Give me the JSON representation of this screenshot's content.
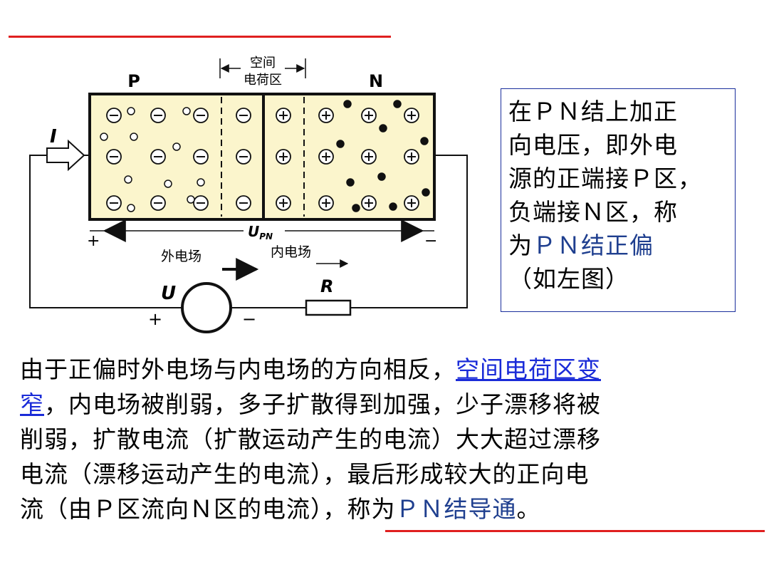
{
  "diagram": {
    "label_p": "P",
    "label_n": "N",
    "depletion_label_line1": "空间",
    "depletion_label_line2": "电荷区",
    "current_label": "I",
    "voltage_label": "U",
    "voltage_sub": "PN",
    "plus_sign": "+",
    "minus_sign": "−",
    "external_field_label": "外电场",
    "internal_field_label": "内电场",
    "source_label": "U",
    "resistor_label": "R",
    "colors": {
      "region_fill": "#fbf5cc",
      "wire": "#111111",
      "frame": "#111111"
    }
  },
  "sidebox": {
    "line1": "在ＰＮ结上加正",
    "line2": "向电压，即外电",
    "line3": "源的正端接Ｐ区，",
    "line4": "负端接Ｎ区，称",
    "line5_prefix": "为",
    "line5_highlight": "ＰＮ结正偏",
    "line6": "（如左图）"
  },
  "paragraph": {
    "l1_text": "由于正偏时外电场与内电场的方向相反，",
    "l1_link": "空间电荷区变",
    "l2_link": "窄",
    "l2_text": "，内电场被削弱，多子扩散得到加强，少子漂移将被",
    "l3_text": "削弱，扩散电流（扩散运动产生的电流）大大超过漂移",
    "l4_text": "电流（漂移运动产生的电流），最后形成较大的正向电",
    "l5_text": "流（由Ｐ区流向Ｎ区的电流），称为",
    "l5_highlight": "ＰＮ结导通",
    "l5_end": "。"
  },
  "colors": {
    "accent_line": "#e02020",
    "box_border": "#1a2e9c",
    "highlight_text": "#1f3f8f",
    "link_text": "#1a2bd8"
  }
}
